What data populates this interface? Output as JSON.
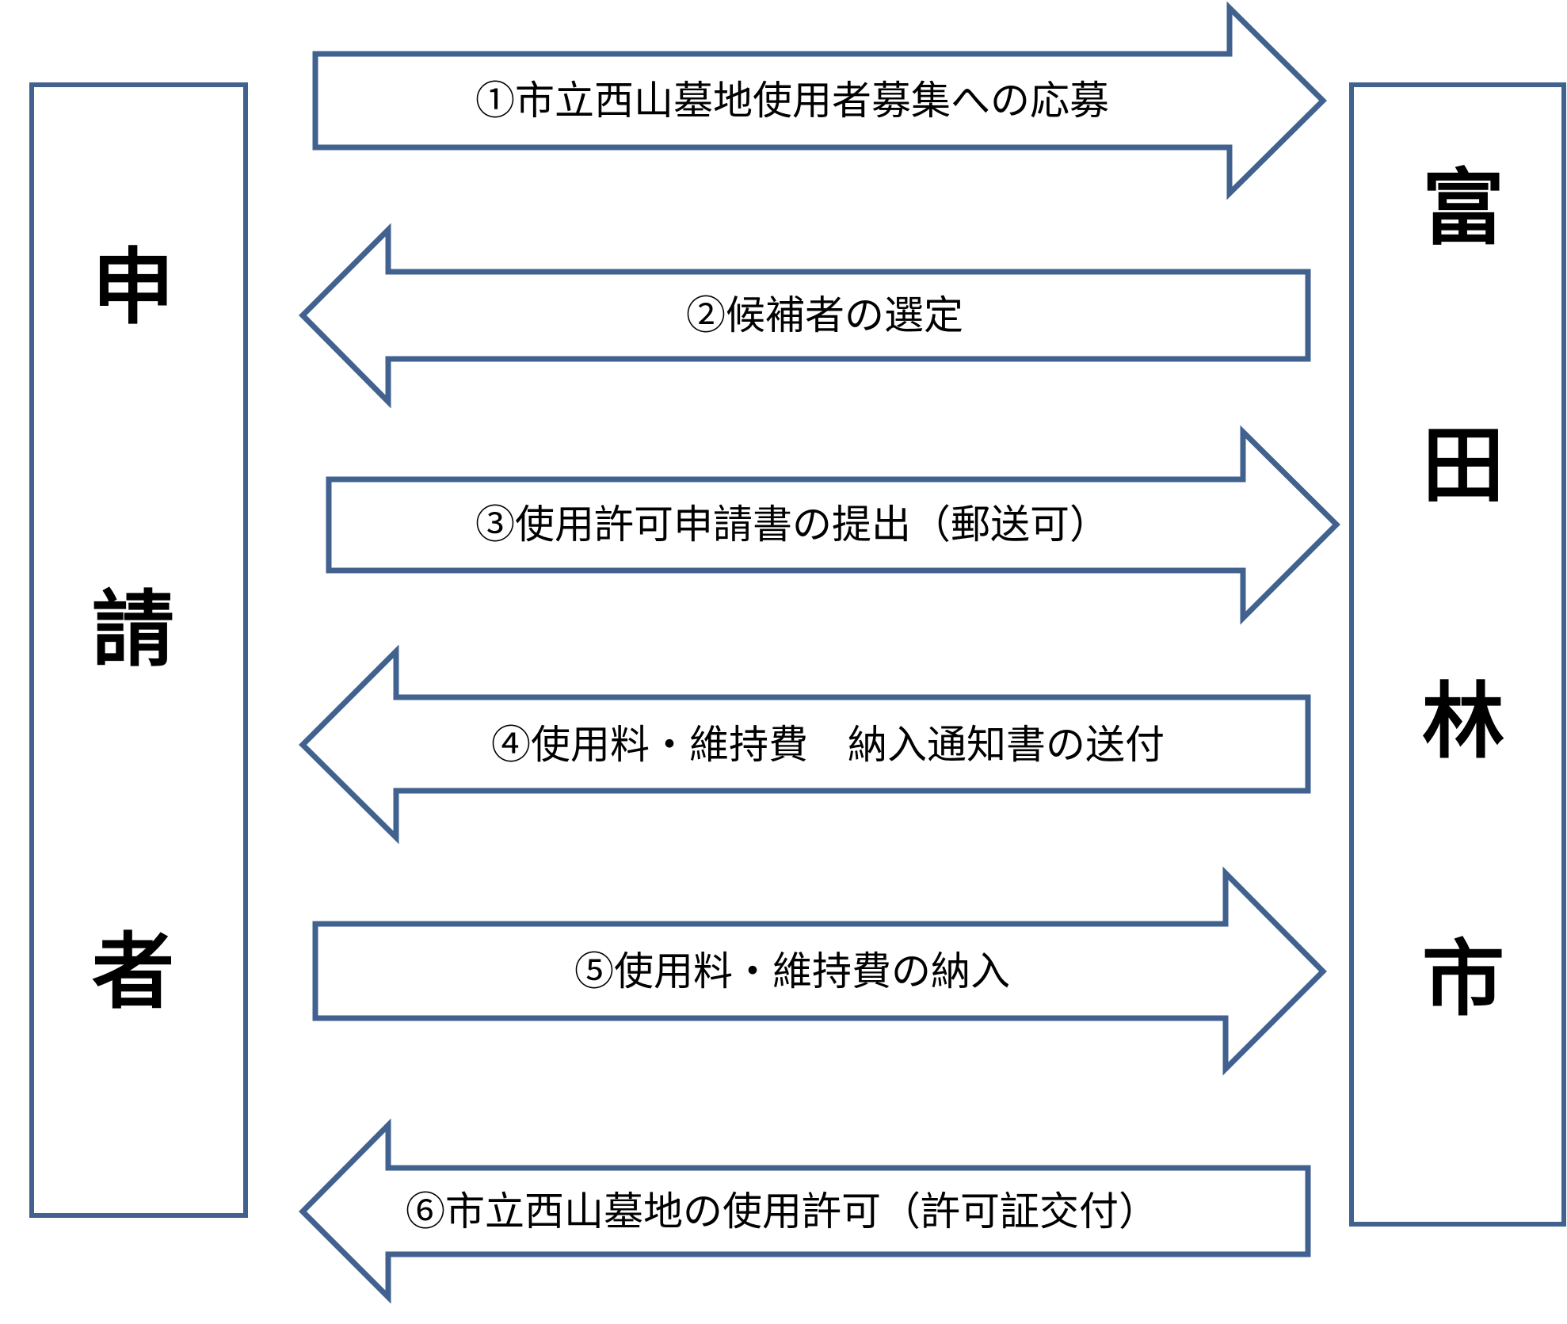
{
  "parties": {
    "applicant": {
      "label": "申請者",
      "chars": [
        "申",
        "請",
        "者"
      ]
    },
    "city": {
      "label": "富田林市",
      "chars": [
        "富",
        "田",
        "林",
        "市"
      ]
    }
  },
  "colors": {
    "stroke": "#41618f",
    "text": "#000000",
    "background": "#ffffff"
  },
  "steps": [
    {
      "label": "①市立西山墓地使用者募集への応募",
      "direction": "right"
    },
    {
      "label": "②候補者の選定",
      "direction": "left"
    },
    {
      "label": "③使用許可申請書の提出（郵送可）",
      "direction": "right"
    },
    {
      "label": "④使用料・維持費　納入通知書の送付",
      "direction": "left"
    },
    {
      "label": "⑤使用料・維持費の納入",
      "direction": "right"
    },
    {
      "label": "⑥市立西山墓地の使用許可（許可証交付）",
      "direction": "left"
    }
  ]
}
